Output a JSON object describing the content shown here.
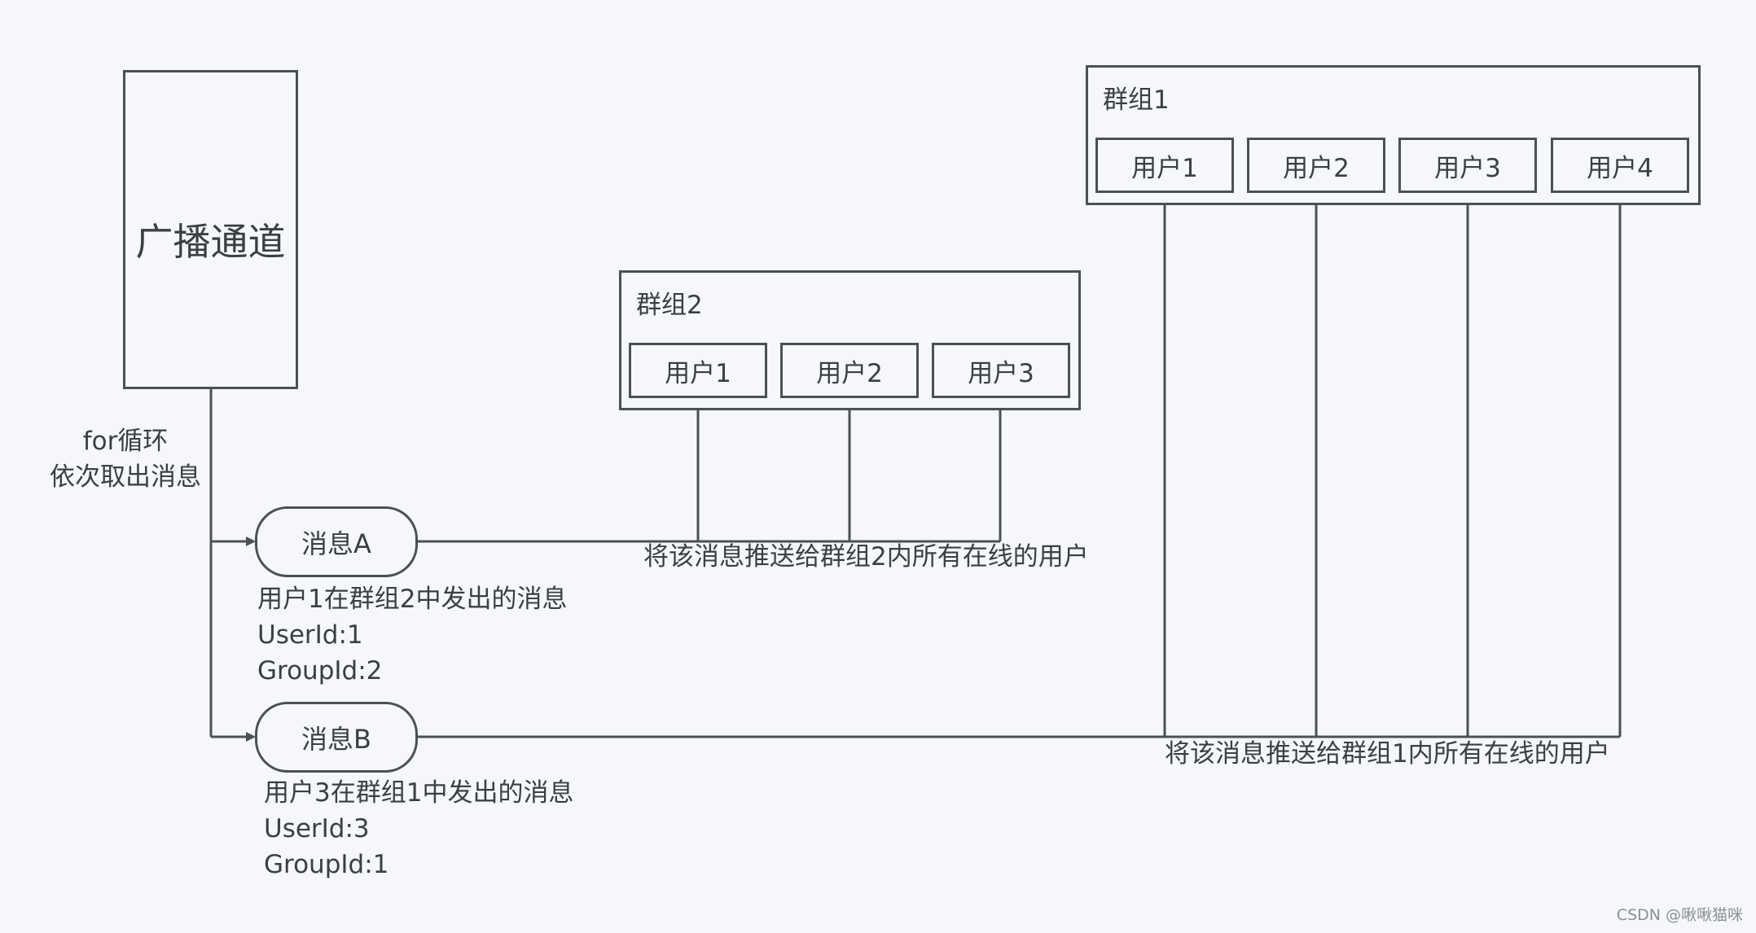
{
  "channel": {
    "label": "广播通道"
  },
  "loop_note": {
    "line1": "for循环",
    "line2": "依次取出消息"
  },
  "messages": [
    {
      "label": "消息A",
      "desc": "用户1在群组2中发出的消息",
      "user_id": "UserId:1",
      "group_id": "GroupId:2"
    },
    {
      "label": "消息B",
      "desc": "用户3在群组1中发出的消息",
      "user_id": "UserId:3",
      "group_id": "GroupId:1"
    }
  ],
  "group2": {
    "title": "群组2",
    "users": [
      "用户1",
      "用户2",
      "用户3"
    ]
  },
  "group1": {
    "title": "群组1",
    "users": [
      "用户1",
      "用户2",
      "用户3",
      "用户4"
    ]
  },
  "push_labels": {
    "group2": "将该消息推送给群组2内所有在线的用户",
    "group1": "将该消息推送给群组1内所有在线的用户"
  },
  "watermark": "CSDN @啾啾猫咪"
}
